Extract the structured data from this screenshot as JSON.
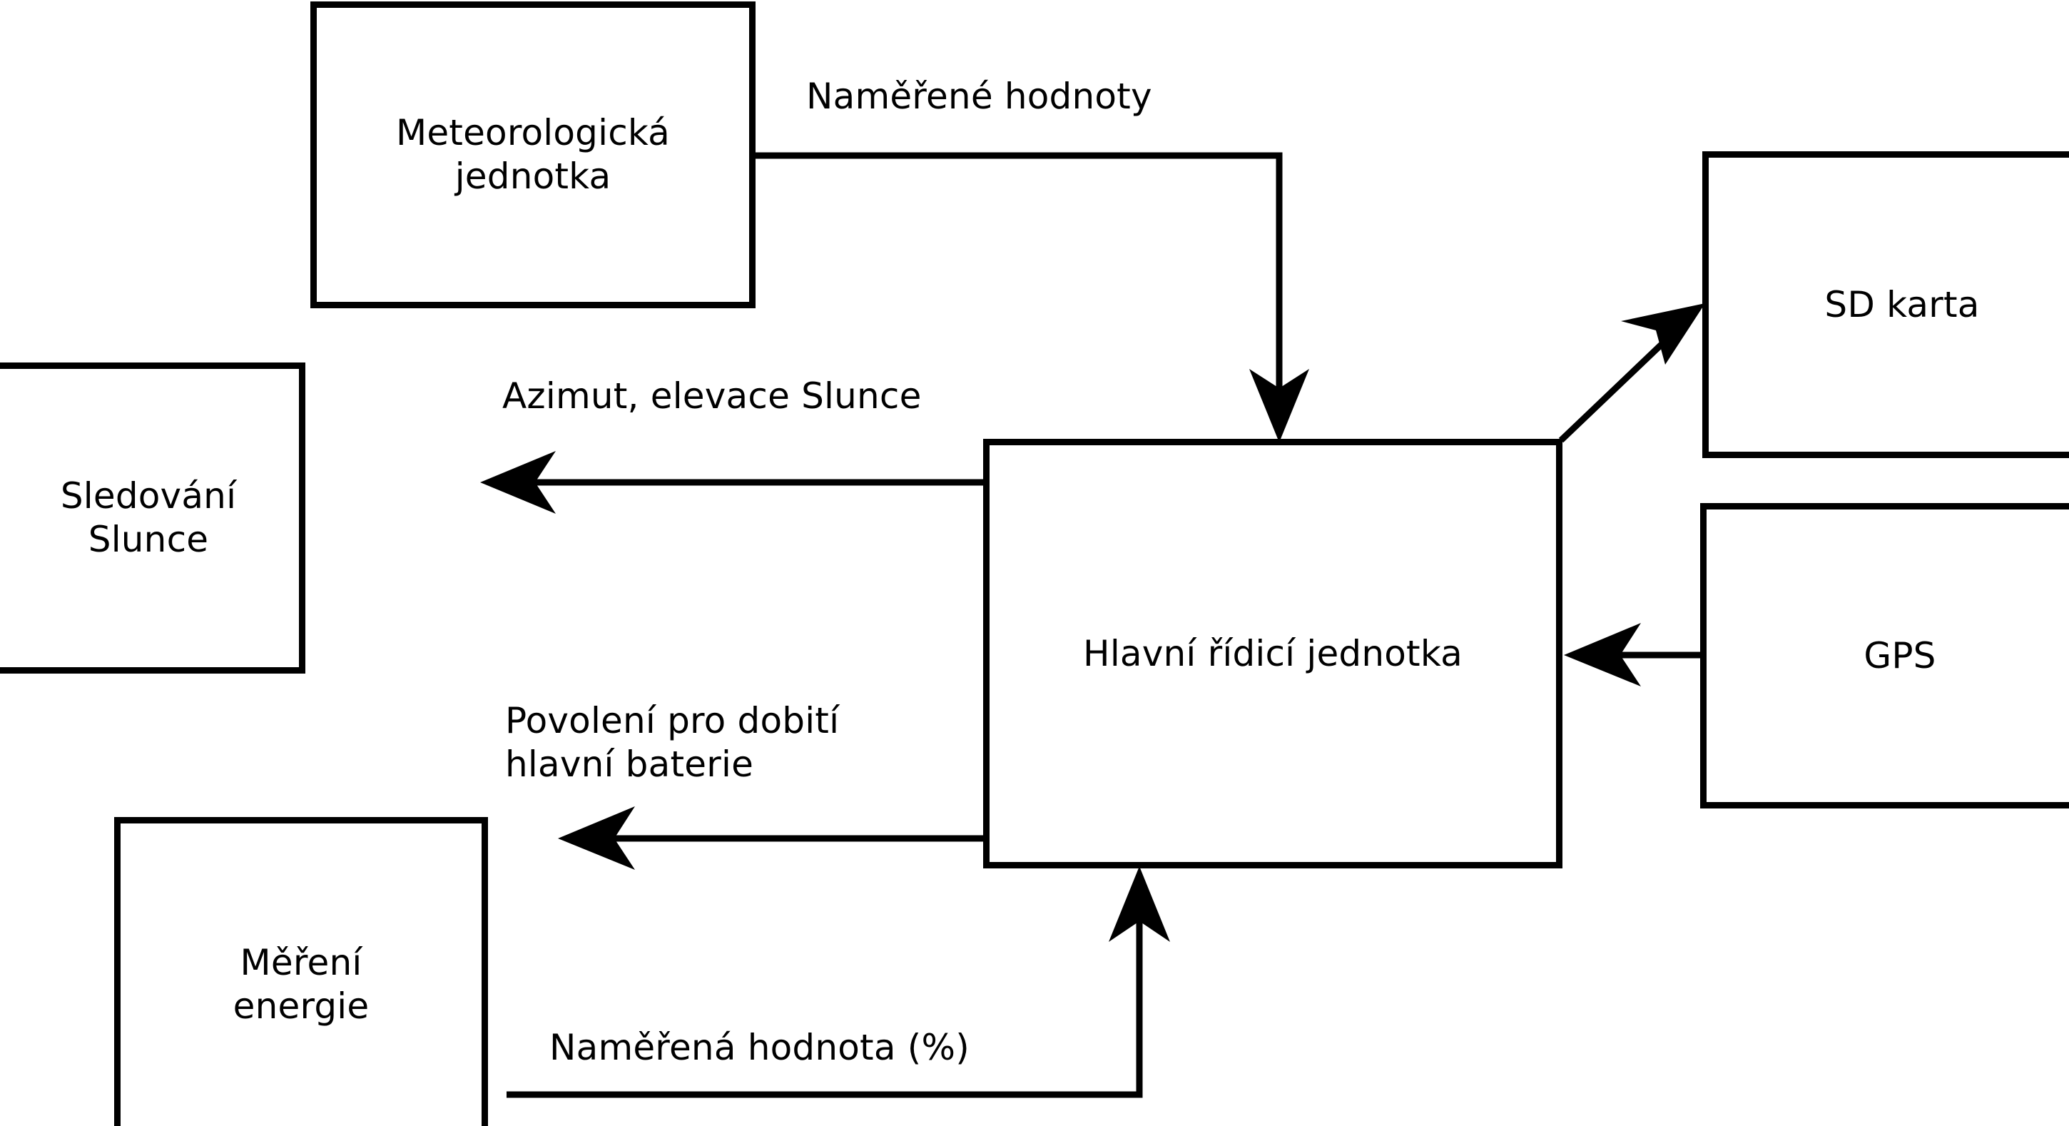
{
  "diagram": {
    "type": "block-diagram",
    "language": "cs",
    "stroke_color": "#000000",
    "background_color": "#ffffff",
    "nodes": [
      {
        "id": "meteo",
        "label": "Meteorologická\njednotka"
      },
      {
        "id": "sun",
        "label": "Sledování\nSlunce"
      },
      {
        "id": "main",
        "label": "Hlavní řídicí jednotka"
      },
      {
        "id": "sd",
        "label": "SD karta"
      },
      {
        "id": "gps",
        "label": "GPS"
      },
      {
        "id": "energy",
        "label": "Měření\nenergie"
      }
    ],
    "edges": [
      {
        "id": "e-measured-values",
        "from": "meteo",
        "to": "main",
        "label": "Naměřené hodnoty"
      },
      {
        "id": "e-azimuth",
        "from": "main",
        "to": "sun",
        "label": "Azimut, elevace Slunce"
      },
      {
        "id": "e-charge-permission",
        "from": "main",
        "to": "energy",
        "label": "Povolení pro dobití\nhlavní baterie"
      },
      {
        "id": "e-measured-percent",
        "from": "energy",
        "to": "main",
        "label": "Naměřená hodnota (%)"
      },
      {
        "id": "e-sd-write",
        "from": "main",
        "to": "sd",
        "label": ""
      },
      {
        "id": "e-gps-read",
        "from": "gps",
        "to": "main",
        "label": ""
      }
    ]
  }
}
